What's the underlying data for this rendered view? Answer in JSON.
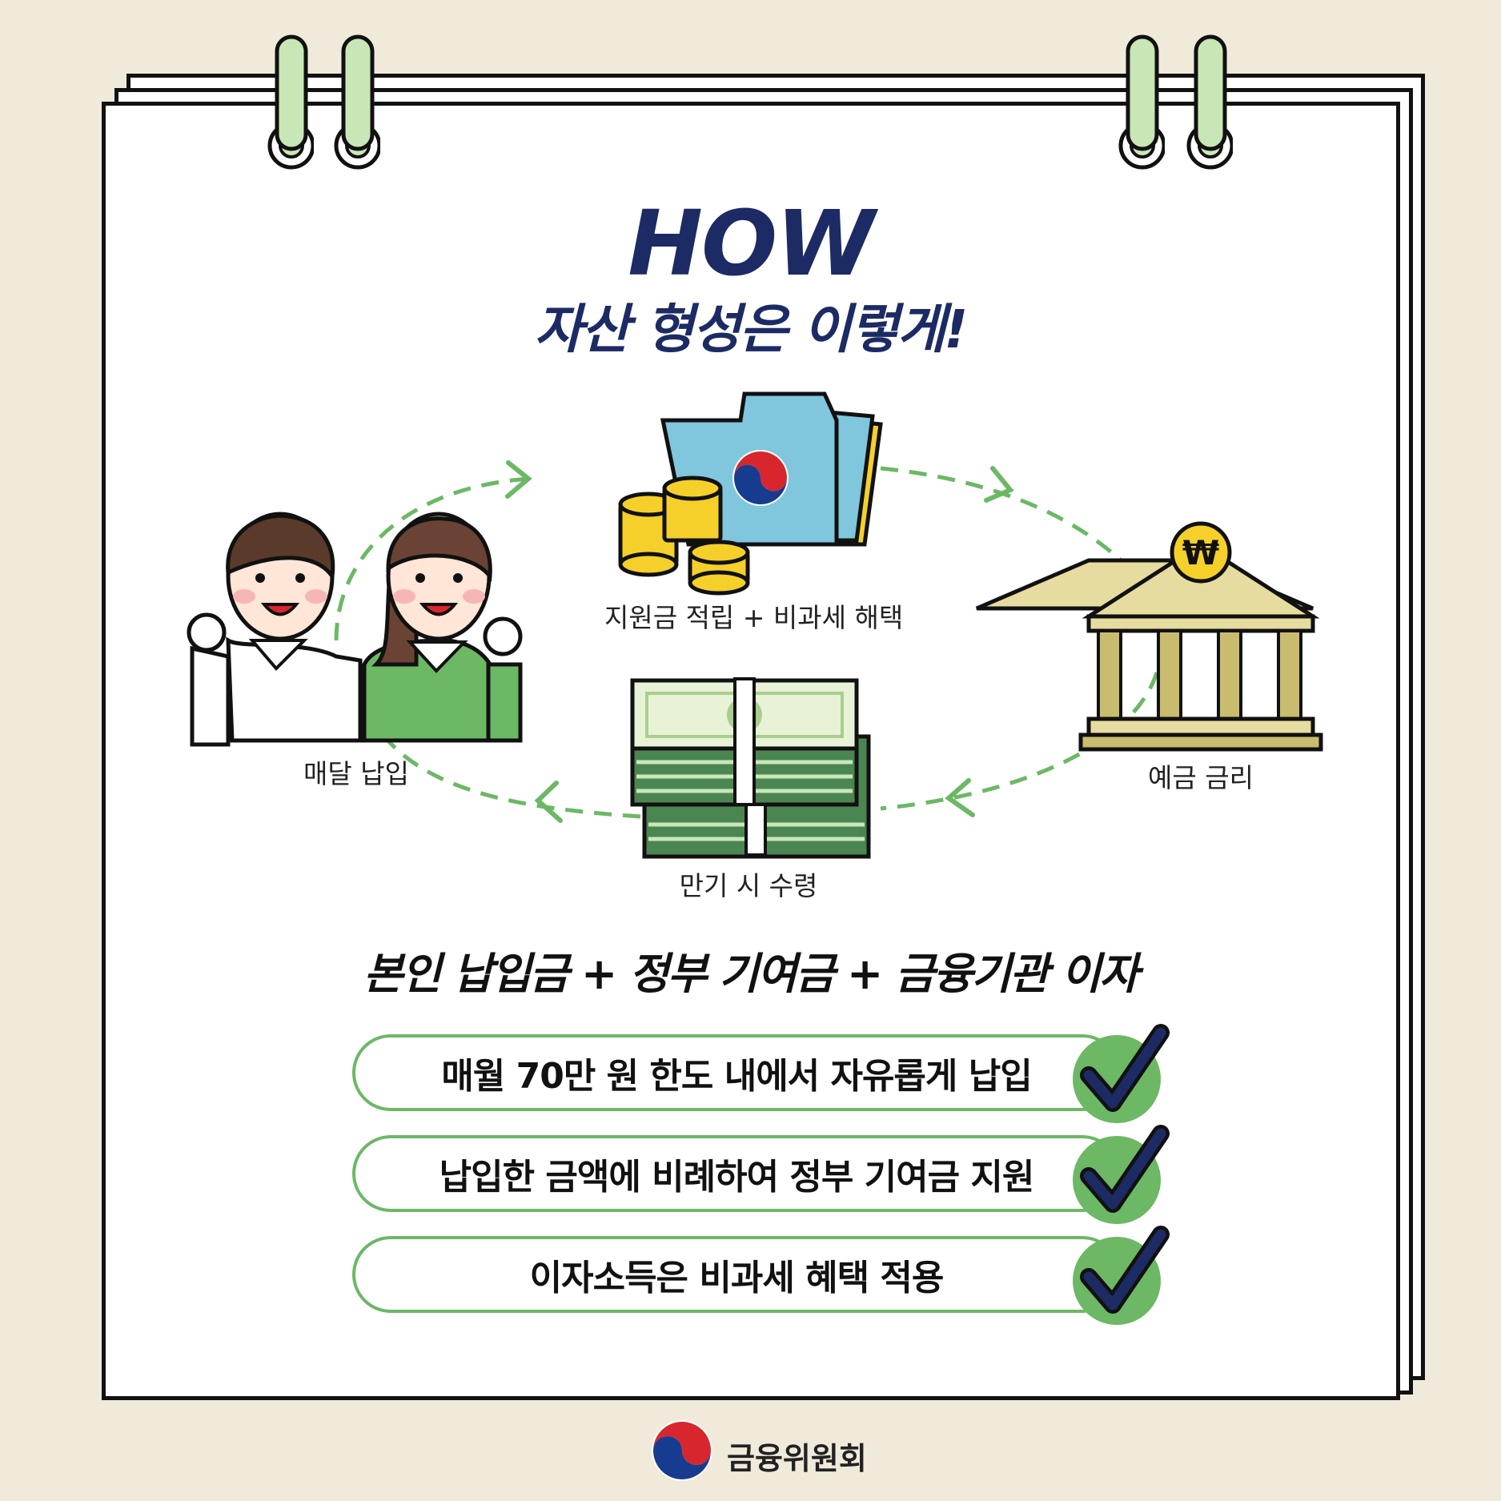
{
  "heading": {
    "title": "HOW",
    "subtitle": "자산 형성은 이렇게!"
  },
  "cycle": {
    "government_label": "지원금 적립 + 비과세 해택",
    "bank_label": "예금 금리",
    "maturity_label": "만기 시 수령",
    "people_label": "매달 납입",
    "bank_symbol": "₩"
  },
  "formula": "본인 납입금 + 정부 기여금 + 금융기관 이자",
  "benefits": [
    "매월 70만 원 한도 내에서 자유롭게 납입",
    "납입한 금액에 비례하여 정부 기여금 지원",
    "이자소득은 비과세 혜택 적용"
  ],
  "footer": {
    "organization": "금융위원회"
  },
  "colors": {
    "background": "#f0eadb",
    "navy": "#1c2b64",
    "green": "#6cb865",
    "arrow_green": "#6cb865",
    "folder_blue": "#80c6dc",
    "gold": "#f5d02a"
  }
}
